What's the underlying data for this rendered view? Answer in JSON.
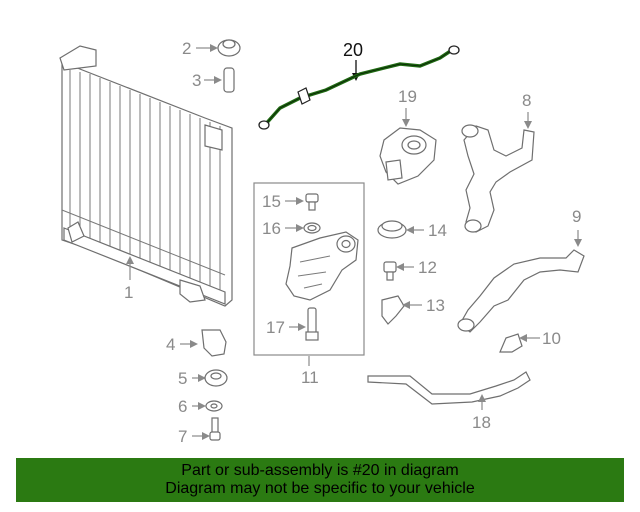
{
  "callouts": {
    "c1": "1",
    "c2": "2",
    "c3": "3",
    "c4": "4",
    "c5": "5",
    "c6": "6",
    "c7": "7",
    "c8": "8",
    "c9": "9",
    "c10": "10",
    "c11": "11",
    "c12": "12",
    "c13": "13",
    "c14": "14",
    "c15": "15",
    "c16": "16",
    "c17": "17",
    "c18": "18",
    "c19": "19",
    "c20": "20"
  },
  "banner": {
    "line1": "Part or sub-assembly is #20 in diagram",
    "line2": "Diagram may not be specific to your vehicle"
  },
  "colors": {
    "banner_bg": "#2b7a12",
    "highlight_part": "#1f6b12"
  }
}
